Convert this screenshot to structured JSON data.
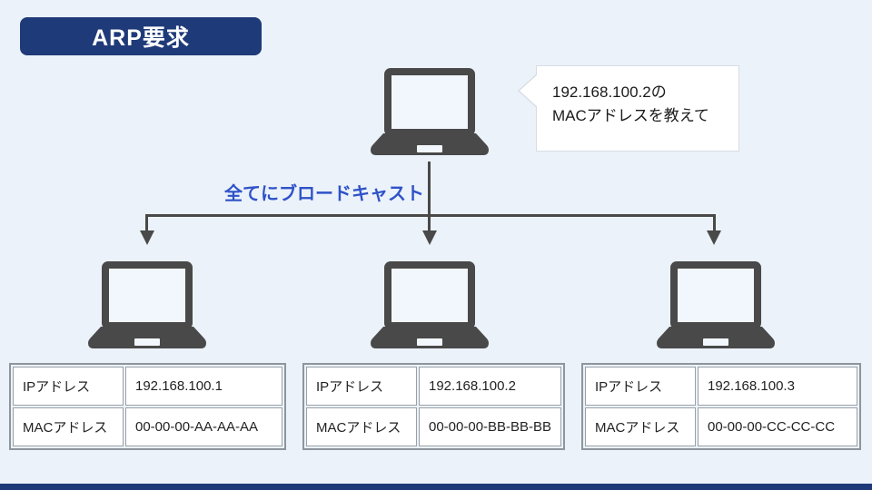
{
  "title": "ARP要求",
  "speech_bubble": {
    "line1": "192.168.100.2の",
    "line2": "MACアドレスを教えて"
  },
  "broadcast_label": "全てにブロードキャスト",
  "hosts": [
    {
      "ip_label": "IPアドレス",
      "ip": "192.168.100.1",
      "mac_label": "MACアドレス",
      "mac": "00-00-00-AA-AA-AA"
    },
    {
      "ip_label": "IPアドレス",
      "ip": "192.168.100.2",
      "mac_label": "MACアドレス",
      "mac": "00-00-00-BB-BB-BB"
    },
    {
      "ip_label": "IPアドレス",
      "ip": "192.168.100.3",
      "mac_label": "MACアドレス",
      "mac": "00-00-00-CC-CC-CC"
    }
  ],
  "icons": {
    "sender": "laptop-icon",
    "receivers": [
      "laptop-icon",
      "laptop-icon",
      "laptop-icon"
    ]
  },
  "colors": {
    "navy": "#1e3a78",
    "broadcast_blue": "#2f52c8",
    "device_gray": "#494949",
    "background": "#ebf2fa",
    "table_border": "#8f959c"
  }
}
